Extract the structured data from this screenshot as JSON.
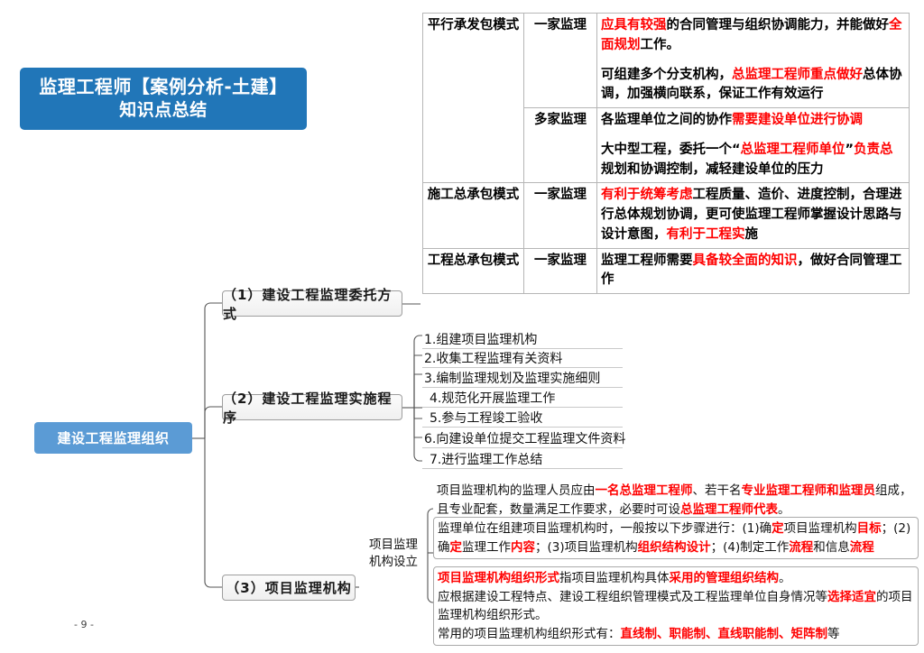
{
  "title_banner": {
    "line1": "监理工程师【案例分析-土建】",
    "line2": "知识点总结"
  },
  "mode_table": {
    "rows": [
      {
        "mode": "平行承发包模式",
        "supervisors": [
          {
            "count": "一家监理",
            "paragraphs": [
              "应具有较强的合同管理与组织协调能力，并能做好全面规划工作。",
              "可组建多个分支机构，总监理工程师重点做好总体协调，加强横向联系，保证工作有效运行"
            ]
          },
          {
            "count": "多家监理",
            "paragraphs": [
              "各监理单位之间的协作需要建设单位进行协调",
              "大中型工程，委托一个“总监理工程师单位”负责总规划和协调控制，减轻建设单位的压力"
            ]
          }
        ]
      },
      {
        "mode": "施工总承包模式",
        "supervisors": [
          {
            "count": "一家监理",
            "paragraphs": [
              "有利于统筹考虑工程质量、造价、进度控制，合理进行总体规划协调，更可使监理工程师掌握设计思路与设计意图，有利于工程实施"
            ]
          }
        ]
      },
      {
        "mode": "工程总承包模式",
        "supervisors": [
          {
            "count": "一家监理",
            "paragraphs": [
              "监理工程师需要具备较全面的知识，做好合同管理工作"
            ]
          }
        ]
      }
    ]
  },
  "mindmap": {
    "root": "建设工程监理组织",
    "branches": [
      {
        "label": "（1）建设工程监理委托方式"
      },
      {
        "label": "（2）建设工程监理实施程序"
      },
      {
        "label": "（3）项目监理机构"
      }
    ],
    "steps": [
      "1.组建项目监理机构",
      "2.收集工程监理有关资料",
      "3.编制监理规划及监理实施细则",
      "4.规范化开展监理工作",
      "5.参与工程竣工验收",
      "6.向建设单位提交工程监理文件资料",
      "7.进行监理工作总结"
    ],
    "setup_label": "项目监理\n机构设立",
    "setup_label_line1": "项目监理",
    "setup_label_line2": "机构设立"
  },
  "details": {
    "box1": {
      "segments": [
        {
          "t": "项目监理机构的监理人员应由",
          "r": false
        },
        {
          "t": "一名总监理工程师",
          "r": true
        },
        {
          "t": "、若干名",
          "r": false
        },
        {
          "t": "专业监理工程师和监理员",
          "r": true
        },
        {
          "t": "组成，且专业配套，数量满足工作要求，必要时可设",
          "r": false
        },
        {
          "t": "总监理工程师代表",
          "r": true
        },
        {
          "t": "。",
          "r": false
        }
      ]
    },
    "box2": {
      "segments": [
        {
          "t": "监理单位在组建项目监理机构时，一般按以下步骤进行：(1)确",
          "r": false
        },
        {
          "t": "定",
          "r": true
        },
        {
          "t": "项目监理机构",
          "r": false
        },
        {
          "t": "目标",
          "r": true
        },
        {
          "t": "；(2)确",
          "r": false
        },
        {
          "t": "定",
          "r": true
        },
        {
          "t": "监理工作",
          "r": false
        },
        {
          "t": "内容",
          "r": true
        },
        {
          "t": "；(3)项目监理机构",
          "r": false
        },
        {
          "t": "组织结构设计",
          "r": true
        },
        {
          "t": "；(4)制定工作",
          "r": false
        },
        {
          "t": "流程",
          "r": true
        },
        {
          "t": "和信息",
          "r": false
        },
        {
          "t": "流程",
          "r": true
        }
      ]
    },
    "box3": {
      "segments": [
        {
          "t": "项目监理机构组织形式",
          "r": true
        },
        {
          "t": "指项目监理机构具体",
          "r": false
        },
        {
          "t": "采用的管理组织结构",
          "r": true
        },
        {
          "t": "。",
          "r": false
        },
        {
          "t": "\n",
          "r": false
        },
        {
          "t": "应根据建设工程特点、建设工程组织管理模式及工程监理单位自身情况等",
          "r": false
        },
        {
          "t": "选择适宜",
          "r": true
        },
        {
          "t": "的项目监理机构组织形式。",
          "r": false
        },
        {
          "t": "\n",
          "r": false
        },
        {
          "t": "常用的项目监理机构组织形式有：",
          "r": false
        },
        {
          "t": "直线制、职能制、直线职能制、矩阵制",
          "r": true
        },
        {
          "t": "等",
          "r": false
        }
      ]
    }
  },
  "page_number": "- 9 -",
  "colors": {
    "banner_blue": "#2176b8",
    "root_blue": "#5b9bd5",
    "highlight_red": "#ff0000",
    "connector_gray": "#555555",
    "box_border": "#9e9e9e"
  }
}
